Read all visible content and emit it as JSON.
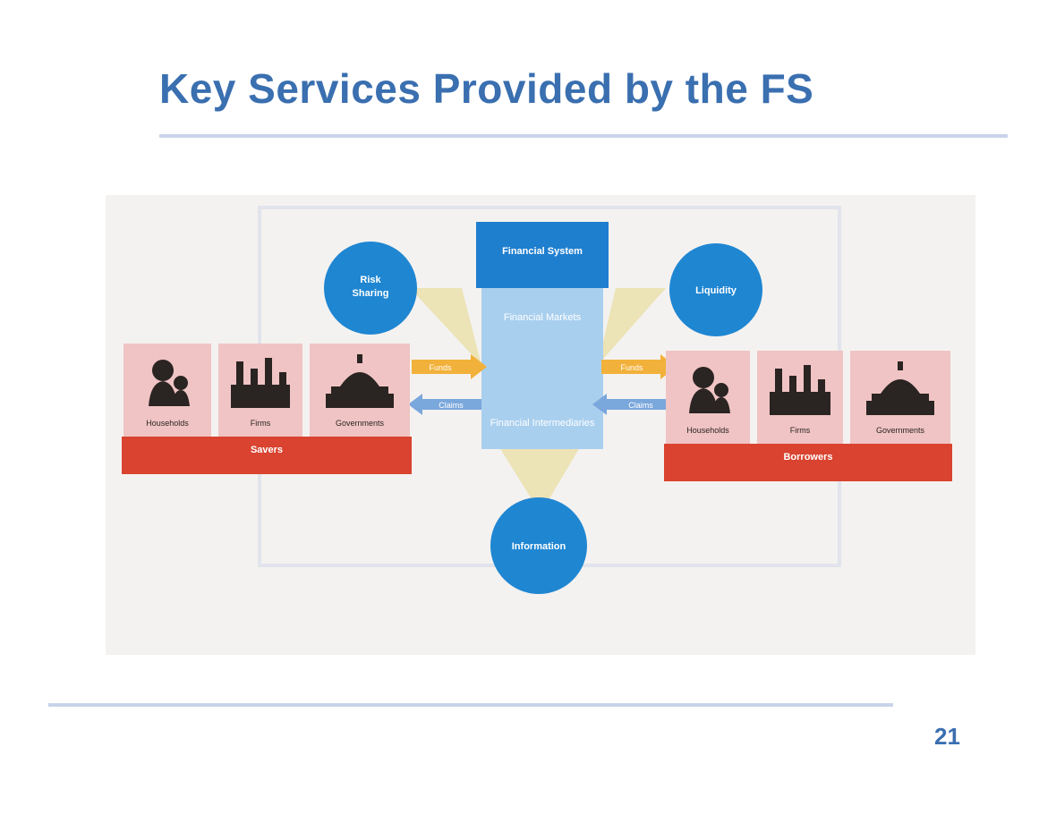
{
  "slide": {
    "title": "Key Services Provided by the FS",
    "page_number": "21"
  },
  "diagram": {
    "financial_system": {
      "title": "Financial System",
      "markets": "Financial Markets",
      "intermediaries": "Financial Intermediaries"
    },
    "services": {
      "risk_sharing": [
        "Risk",
        "Sharing"
      ],
      "liquidity": "Liquidity",
      "information": "Information"
    },
    "flows": {
      "left_in": "Funds",
      "left_out": "Claims",
      "right_in": "Funds",
      "right_out": "Claims"
    },
    "savers": {
      "label": "Savers",
      "entities": [
        "Households",
        "Firms",
        "Governments"
      ]
    },
    "borrowers": {
      "label": "Borrowers",
      "entities": [
        "Households",
        "Firms",
        "Governments"
      ]
    },
    "colors": {
      "circle": "#1f86d2",
      "system_header": "#1f7fcf",
      "system_body": "#a9cfee",
      "band": "#d9432f",
      "entity_tile": "#f0c4c4",
      "funnel": "#ece3b6",
      "funds_arrow": "#f2b13a",
      "claims_arrow": "#7aa7dc"
    }
  }
}
